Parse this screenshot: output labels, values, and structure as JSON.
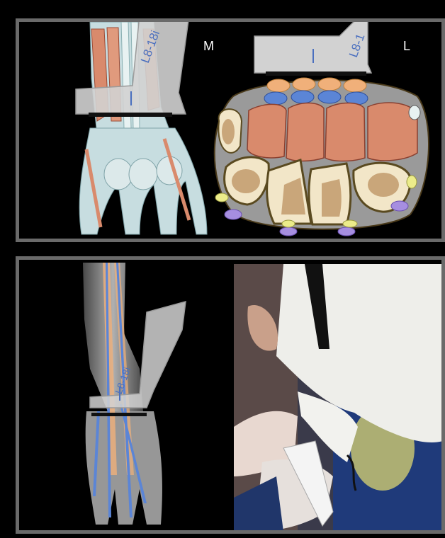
{
  "top_panel": {
    "medial_label": "M",
    "lateral_label": "L",
    "probe_left_text": "L8-18i",
    "probe_right_text": "L8-1"
  },
  "bottom_panel": {
    "probe_text": "L8-18i"
  },
  "colors": {
    "frame": "#6a6a6a",
    "background": "#000000",
    "muscle": "#d98a6c",
    "bone_outer": "#f2e6c8",
    "bone_inner": "#c9a67a",
    "tendon_orange": "#f0b07a",
    "tendon_blue": "#5b85d6",
    "nerve_yellow": "#ecec8a",
    "vessel_purple": "#a68ee0",
    "probe": "#d0d0d0",
    "fascia": "#9a9a9a"
  }
}
